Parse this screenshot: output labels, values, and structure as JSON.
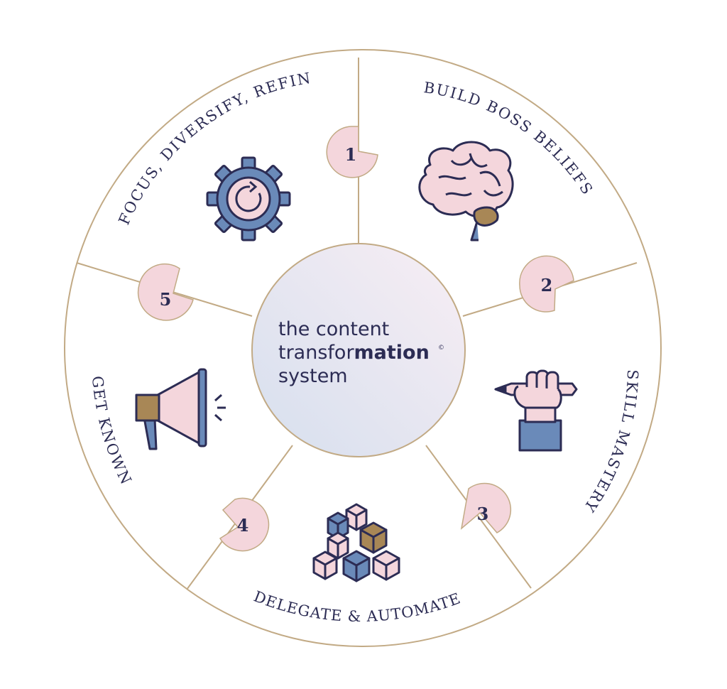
{
  "center": {
    "line1": "the content",
    "line2a": "trans",
    "line2b": "for",
    "line2c": "mation",
    "line3": "system",
    "mark": "©"
  },
  "steps": [
    {
      "number": "1",
      "label": "BUILD BOSS BELIEFS",
      "icon": "brain-icon"
    },
    {
      "number": "2",
      "label": "SKILL MASTERY",
      "icon": "hand-pencil-icon"
    },
    {
      "number": "3",
      "label": "DELEGATE & AUTOMATE",
      "icon": "blocks-icon"
    },
    {
      "number": "4",
      "label": "GET KNOWN",
      "icon": "megaphone-icon"
    },
    {
      "number": "5",
      "label": "FOCUS, DIVERSIFY, REFINE",
      "icon": "gear-refresh-icon"
    }
  ],
  "colors": {
    "line": "#c2aa85",
    "navy": "#2c2c54",
    "pink": "#f4d6dc",
    "blue": "#6a8ab9",
    "gold": "#a88756",
    "center_a": "#dbe2ee",
    "center_b": "#f7eff4"
  }
}
